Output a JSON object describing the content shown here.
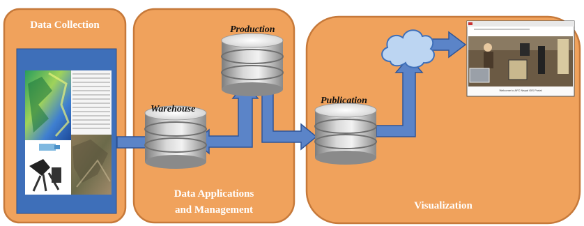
{
  "panels": {
    "collection": {
      "title": "Data Collection"
    },
    "applications": {
      "title_line1": "Data Applications",
      "title_line2": "and Management"
    },
    "visualization": {
      "title": "Visualization"
    }
  },
  "databases": {
    "warehouse": "Warehouse",
    "production": "Production",
    "publication": "Publication"
  },
  "screenshot": {
    "caption": "Welcome to AFC Nepal GIS Portal"
  },
  "colors": {
    "panel_fill": "#f0a25c",
    "panel_border": "#c6793a",
    "inner_blue": "#3e6fb9",
    "arrow_fill": "#5b84c8",
    "arrow_stroke": "#2f5597",
    "cloud_fill": "#bcd5f2"
  }
}
